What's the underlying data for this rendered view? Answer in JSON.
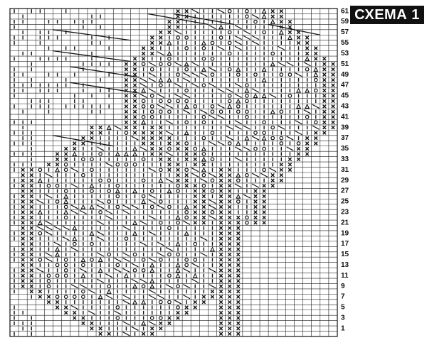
{
  "title": "СХЕМА 1",
  "grid": {
    "columns": 38,
    "rows": 62
  },
  "row_labels": [
    "61",
    "59",
    "57",
    "55",
    "53",
    "51",
    "49",
    "47",
    "45",
    "43",
    "41",
    "39",
    "37",
    "35",
    "33",
    "31",
    "29",
    "27",
    "25",
    "23",
    "21",
    "19",
    "17",
    "15",
    "13",
    "11",
    "9",
    "7",
    "5",
    "3",
    "1"
  ],
  "symbols": {
    "knit": "vertical-bar",
    "purl_x": "x-mark",
    "yarn_over": "circle",
    "decrease": "diagonal",
    "increase_up": "triangle-up",
    "increase_down": "triangle-down",
    "bobble": "dot"
  },
  "colors": {
    "grid_line": "#222222",
    "symbol": "#111111",
    "badge_bg": "#111111",
    "badge_text": "#ffffff"
  }
}
